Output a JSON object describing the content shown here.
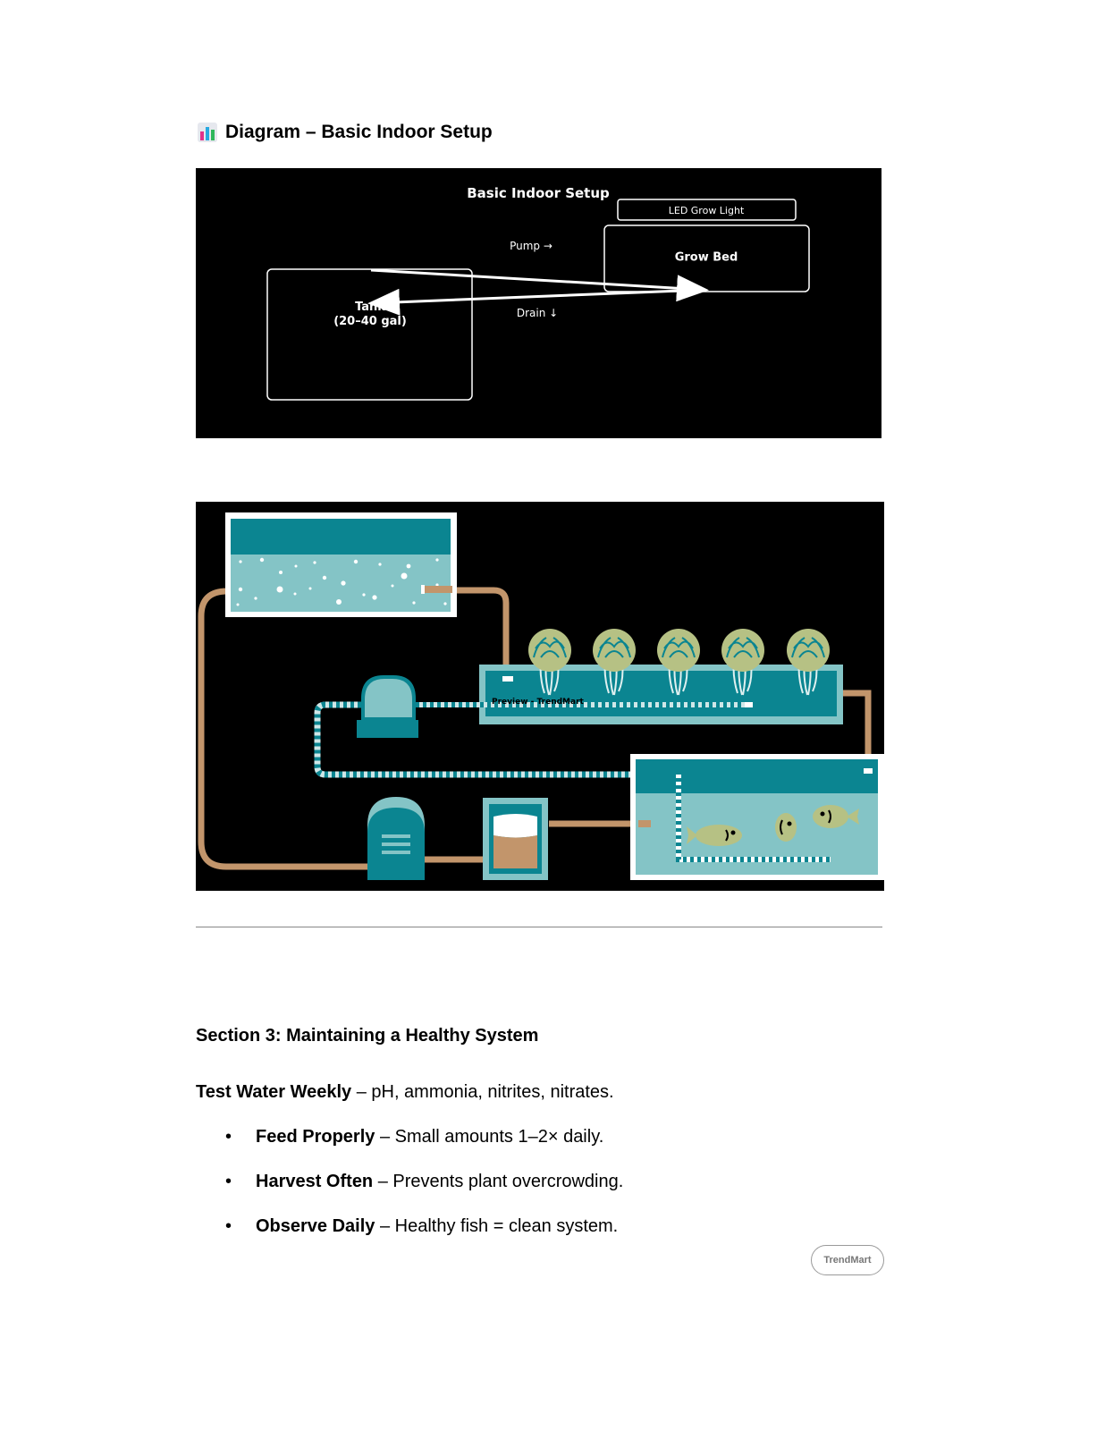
{
  "heading": {
    "icon": "bar-chart-icon",
    "text": "Diagram – Basic Indoor Setup"
  },
  "diagram": {
    "title": "Basic Indoor Setup",
    "light_label": "LED Grow Light",
    "bed_label": "Grow Bed",
    "tank_label_line1": "Tank",
    "tank_label_line2": "(20–40 gal)",
    "pump_label": "Pump →",
    "drain_label": "Drain ↓"
  },
  "illustration": {
    "watermark": "Preview - TrendMart",
    "colors": {
      "teal_dark": "#0b8591",
      "teal_light": "#84c4c6",
      "pipe": "#c2956b",
      "plant": "#b6c184"
    }
  },
  "section": {
    "title": "Section 3: Maintaining a Healthy System",
    "intro_bold": "Test Water Weekly",
    "intro_text": " – pH, ammonia, nitrites, nitrates.",
    "bullets": [
      {
        "bold": "Feed Properly",
        "text": " – Small amounts 1–2× daily."
      },
      {
        "bold": "Harvest Often",
        "text": " – Prevents plant overcrowding."
      },
      {
        "bold": "Observe Daily",
        "text": " – Healthy fish = clean system."
      }
    ]
  },
  "badge": "TrendMart"
}
